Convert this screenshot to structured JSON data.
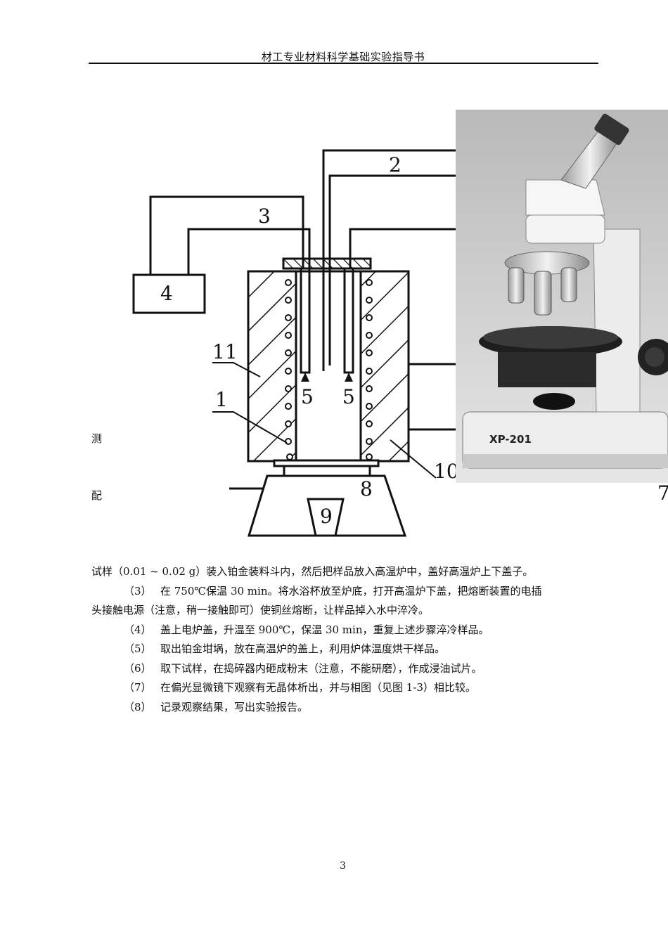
{
  "header": {
    "title": "材工专业材料科学基础实验指导书"
  },
  "diagram": {
    "labels": {
      "n1": "1",
      "n2": "2",
      "n3": "3",
      "n4": "4",
      "n5a": "5",
      "n5b": "5",
      "n7": "7",
      "n8": "8",
      "n9": "9",
      "n10": "10",
      "n11": "11"
    },
    "photo_text": "XP-201"
  },
  "margin": {
    "frag1": "测",
    "frag2": "配"
  },
  "body": {
    "line0": "试样（0.01 ~ 0.02 g）装入铂金装料斗内，然后把样品放入高温炉中，盖好高温炉上下盖子。",
    "steps": [
      {
        "num": "（3）",
        "text": "在 750℃保温 30 min。将水浴杯放至炉底，打开高温炉下盖，把熔断装置的电插"
      },
      {
        "num": "",
        "text": "头接触电源（注意，稍一接触即可）使铜丝熔断，让样品掉入水中淬冷。"
      },
      {
        "num": "（4）",
        "text": "盖上电炉盖，升温至 900℃，保温 30 min，重复上述步骤淬冷样品。"
      },
      {
        "num": "（5）",
        "text": "取出铂金坩埚，放在高温炉的盖上，利用炉体温度烘干样品。"
      },
      {
        "num": "（6）",
        "text": "取下试样，在捣碎器内砸成粉末（注意，不能研磨），作成浸油试片。"
      },
      {
        "num": "（7）",
        "text": "在偏光显微镜下观察有无晶体析出，并与相图（见图 1-3）相比较。"
      },
      {
        "num": "（8）",
        "text": "记录观察结果，写出实验报告。"
      }
    ]
  },
  "page_number": "3"
}
